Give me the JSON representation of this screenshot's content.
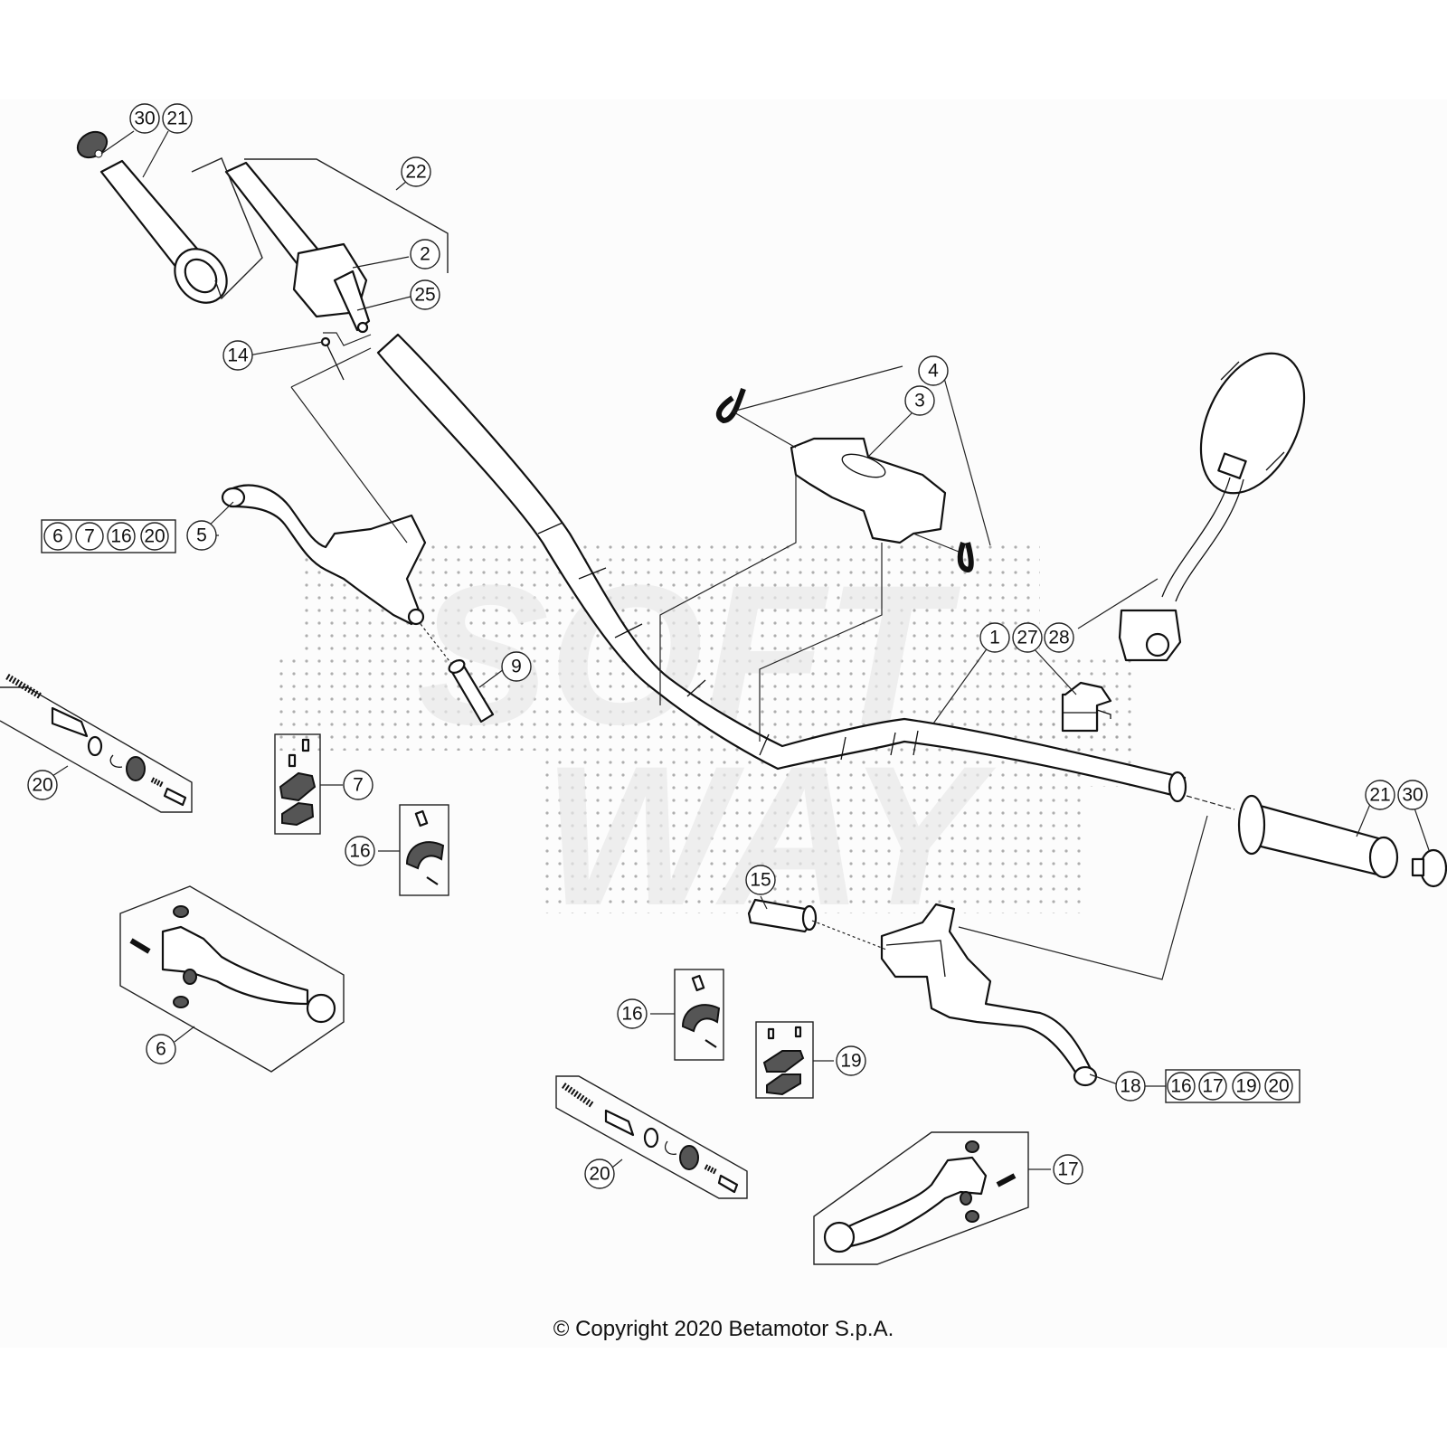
{
  "diagram": {
    "title": "Handlebar assembly exploded parts diagram",
    "watermark": [
      "SOFT",
      "WAY"
    ],
    "copyright": "© Copyright 2020 Betamotor S.p.A.",
    "callouts": [
      {
        "id": "c30a",
        "label": "30",
        "part": "grip end cap (left)"
      },
      {
        "id": "c21a",
        "label": "21",
        "part": "grip (left)"
      },
      {
        "id": "c22",
        "label": "22",
        "part": "throttle grip assembly"
      },
      {
        "id": "c2",
        "label": "2",
        "part": "throttle control"
      },
      {
        "id": "c25",
        "label": "25",
        "part": "throttle tube"
      },
      {
        "id": "c14",
        "label": "14",
        "part": "pin"
      },
      {
        "id": "c4",
        "label": "4",
        "part": "cable guides"
      },
      {
        "id": "c3",
        "label": "3",
        "part": "handlebar clamp"
      },
      {
        "id": "c5",
        "label": "5",
        "part": "clutch master cylinder"
      },
      {
        "id": "c9",
        "label": "9",
        "part": "bushing"
      },
      {
        "id": "c1",
        "label": "1",
        "part": "handlebar"
      },
      {
        "id": "c27",
        "label": "27",
        "part": "switch"
      },
      {
        "id": "c28",
        "label": "28",
        "part": "mirror"
      },
      {
        "id": "c20a",
        "label": "20",
        "part": "piston kit (clutch)"
      },
      {
        "id": "c7",
        "label": "7",
        "part": "reservoir cover kit (clutch)"
      },
      {
        "id": "c16a",
        "label": "16",
        "part": "clamp kit (clutch)"
      },
      {
        "id": "c21b",
        "label": "21",
        "part": "grip (right)"
      },
      {
        "id": "c30b",
        "label": "30",
        "part": "grip end cap (right)"
      },
      {
        "id": "c15",
        "label": "15",
        "part": "bushing"
      },
      {
        "id": "c6",
        "label": "6",
        "part": "clutch lever"
      },
      {
        "id": "c16b",
        "label": "16",
        "part": "clamp kit (brake)"
      },
      {
        "id": "c19",
        "label": "19",
        "part": "reservoir cover kit (brake)"
      },
      {
        "id": "c18",
        "label": "18",
        "part": "front brake master cylinder"
      },
      {
        "id": "c20b",
        "label": "20",
        "part": "piston kit (brake)"
      },
      {
        "id": "c17",
        "label": "17",
        "part": "brake lever"
      }
    ],
    "kits": [
      {
        "id": "kit5",
        "parent": "5",
        "items": [
          "6",
          "7",
          "16",
          "20"
        ]
      },
      {
        "id": "kit18",
        "parent": "18",
        "items": [
          "16",
          "17",
          "19",
          "20"
        ]
      }
    ]
  }
}
